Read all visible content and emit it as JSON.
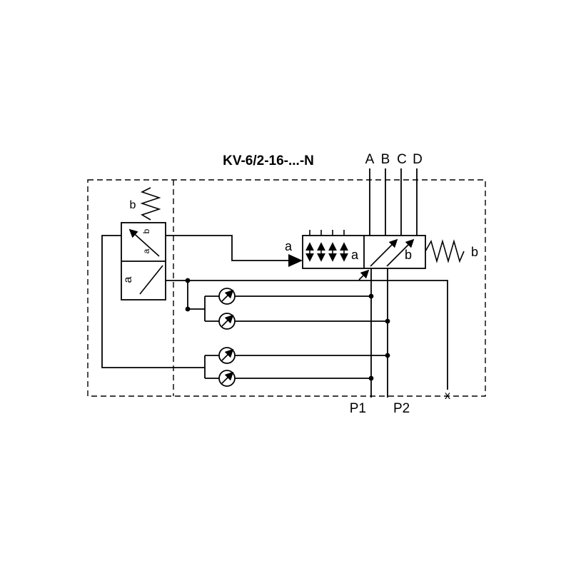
{
  "canvas": {
    "background": "#ffffff",
    "ink": "#000000"
  },
  "title": "KV-6/2-16-...-N",
  "ports": {
    "A": "A",
    "B": "B",
    "C": "C",
    "D": "D",
    "P1": "P1",
    "P2": "P2"
  },
  "main_valve": {
    "position_a": "a",
    "position_b": "b",
    "spring_label": "b",
    "pilot_port_label": "a"
  },
  "pilot_valve": {
    "spring_label": "b",
    "position_b": "b",
    "position_a": "a",
    "solenoid_label": "a"
  },
  "drain": {
    "plug_symbol": "x"
  }
}
